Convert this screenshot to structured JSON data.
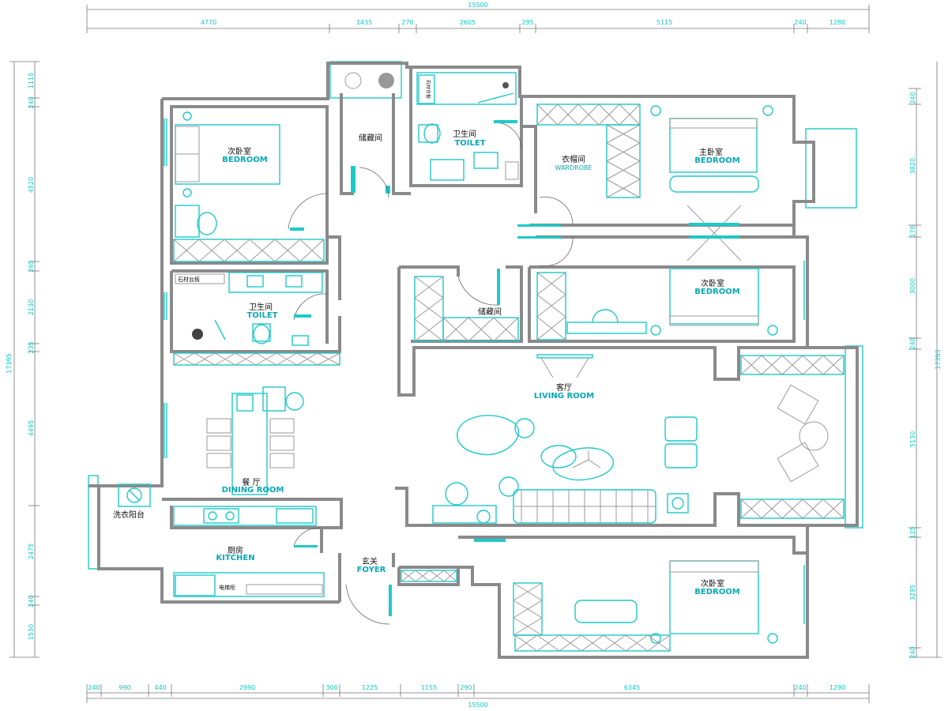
{
  "rooms": {
    "bedroom_nw": {
      "cn": "次卧室",
      "en": "BEDROOM"
    },
    "storage_n": {
      "cn": "储藏间",
      "en": ""
    },
    "toilet_n": {
      "cn": "卫生间",
      "en": "TOILET",
      "fixture": "石材台板"
    },
    "wardrobe": {
      "cn": "衣帽间",
      "en": "WARDROBE"
    },
    "master_bedroom": {
      "cn": "主卧室",
      "en": "BEDROOM"
    },
    "toilet_w": {
      "cn": "卫生间",
      "en": "TOILET",
      "fixture": "石材台板"
    },
    "storage_mid": {
      "cn": "储藏间",
      "en": ""
    },
    "bedroom_e": {
      "cn": "次卧室",
      "en": "BEDROOM"
    },
    "living": {
      "cn": "客厅",
      "en": "LIVING ROOM"
    },
    "dining": {
      "cn": "餐 厅",
      "en": "DINING ROOM"
    },
    "laundry": {
      "cn": "洗衣阳台",
      "en": ""
    },
    "kitchen": {
      "cn": "厨房",
      "en": "KITCHEN",
      "fixture": "电梯柜"
    },
    "foyer": {
      "cn": "玄关",
      "en": "FOYER"
    },
    "bedroom_se": {
      "cn": "次卧室",
      "en": "BEDROOM"
    }
  },
  "dimensions": {
    "top_total": "15500",
    "top": [
      "4770",
      "1435",
      "270",
      "2605",
      "295",
      "5115",
      "240",
      "1280"
    ],
    "bottom_total": "15500",
    "bottom": [
      "240",
      "990",
      "440",
      "2990",
      "300",
      "1225",
      "1155",
      "290",
      "6345",
      "240",
      "1290"
    ],
    "left_total": "17395",
    "left": [
      "1115",
      "240",
      "4520",
      "265",
      "2130",
      "235",
      "4495",
      "2475",
      "240",
      "1530"
    ],
    "right_total": "17395",
    "right": [
      "240",
      "3820",
      "170",
      "3000",
      "240",
      "5130",
      "125",
      "3295",
      "240"
    ]
  },
  "colors": {
    "wall": "#8a8a8a",
    "accent": "#1fc9c9",
    "label_en": "#0aa8b5"
  }
}
